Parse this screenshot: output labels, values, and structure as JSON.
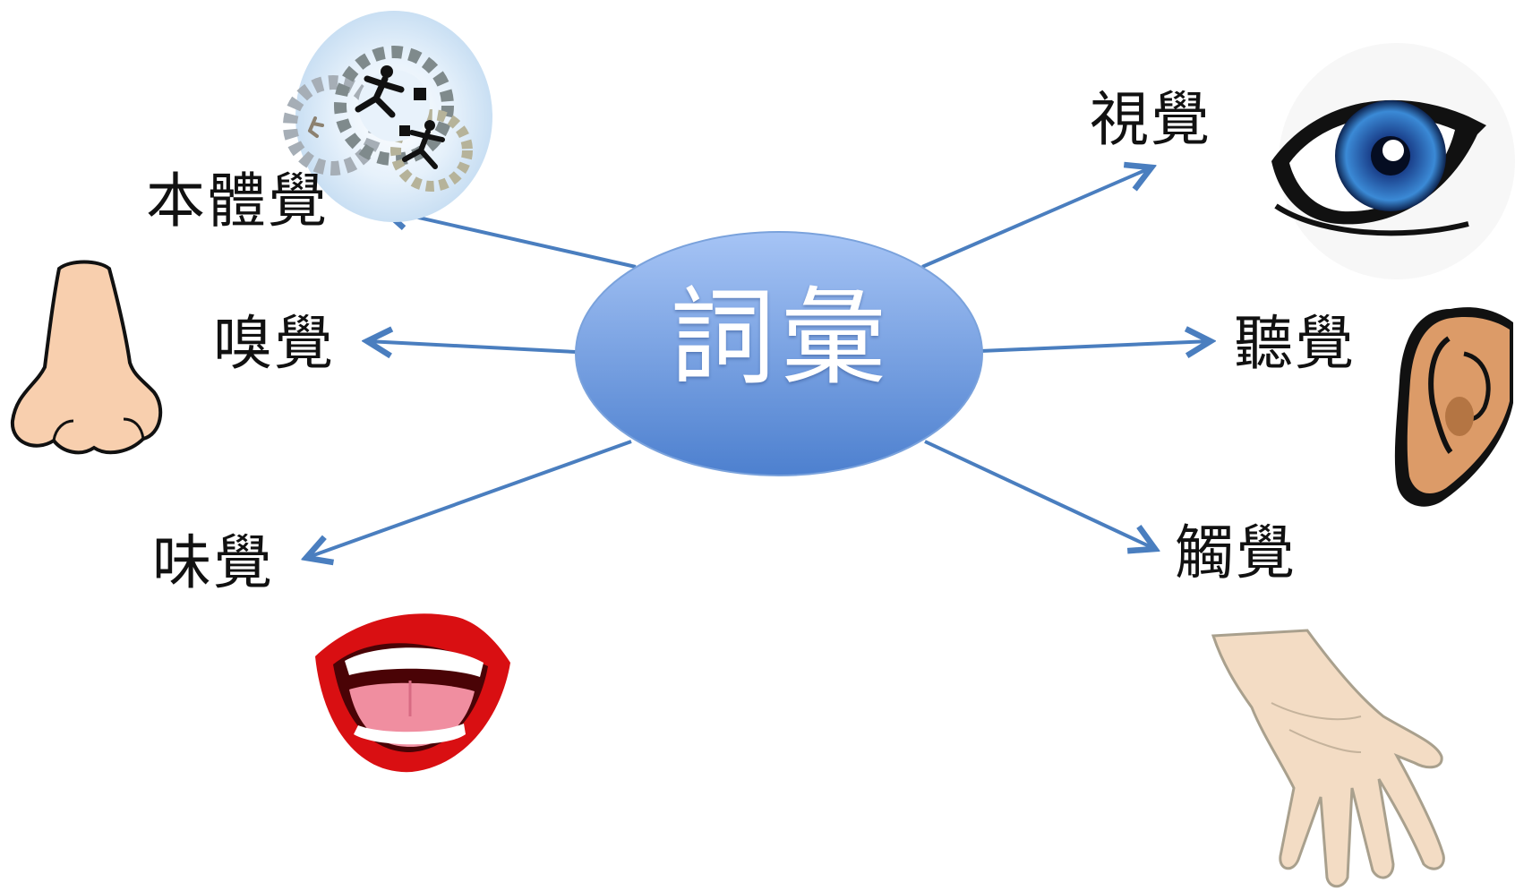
{
  "center": {
    "label": "詞彙"
  },
  "senses": [
    {
      "id": "proprioception",
      "label": "本體覺",
      "icon": "running-businessmen-gears-icon"
    },
    {
      "id": "smell",
      "label": "嗅覺",
      "icon": "nose-icon"
    },
    {
      "id": "taste",
      "label": "味覺",
      "icon": "mouth-icon"
    },
    {
      "id": "vision",
      "label": "視覺",
      "icon": "eye-icon"
    },
    {
      "id": "hearing",
      "label": "聽覺",
      "icon": "ear-icon"
    },
    {
      "id": "touch",
      "label": "觸覺",
      "icon": "hand-icon"
    }
  ],
  "colors": {
    "arrow": "#4a7ebf",
    "ellipse_top": "#9bbcf2",
    "ellipse_bottom": "#4f82d0",
    "skin": "#f7cfae",
    "lips": "#d90f12"
  }
}
